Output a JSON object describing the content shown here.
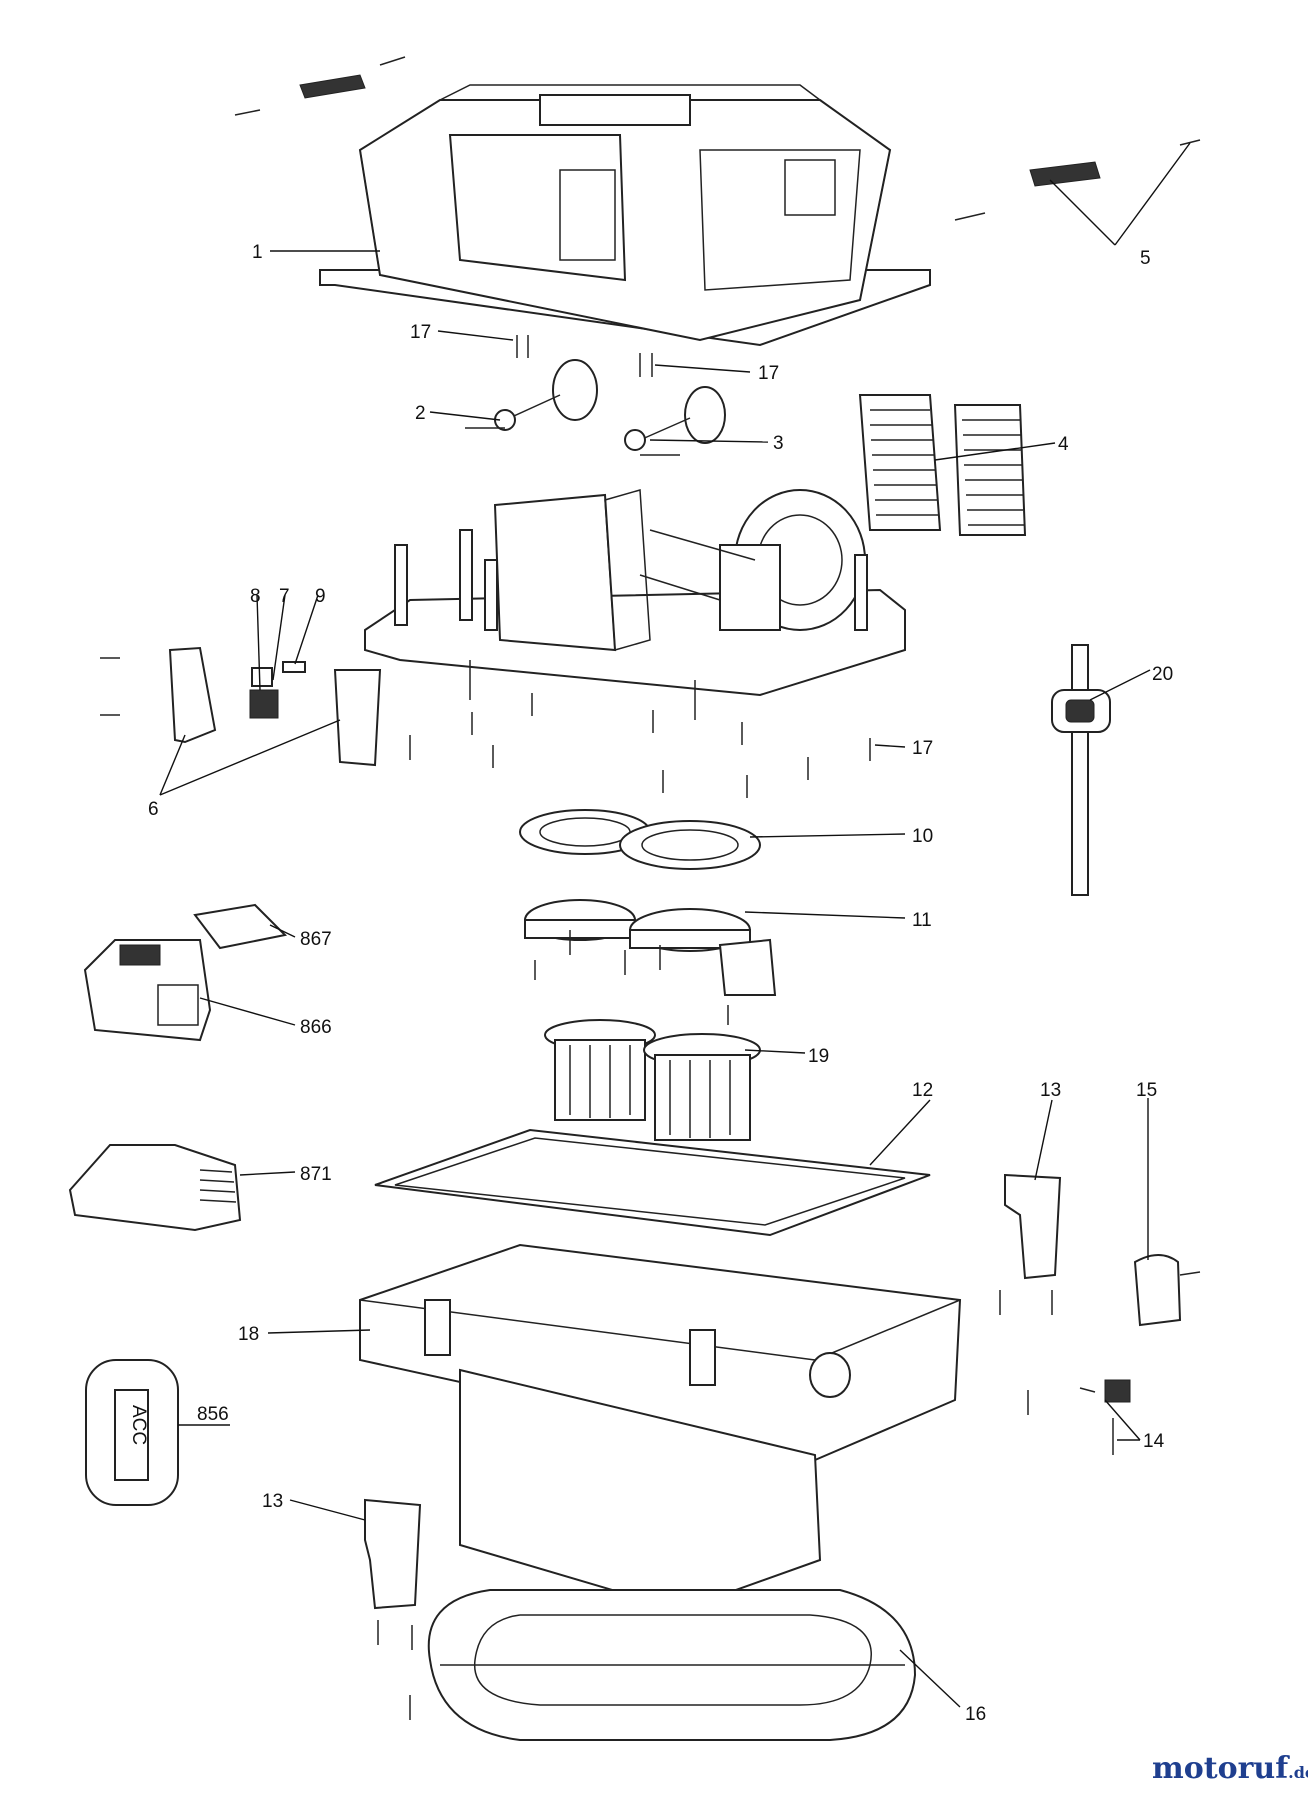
{
  "callouts": {
    "c1": "1",
    "c2": "2",
    "c3": "3",
    "c4": "4",
    "c5": "5",
    "c6": "6",
    "c7": "7",
    "c8": "8",
    "c9": "9",
    "c10": "10",
    "c11": "11",
    "c12": "12",
    "c13a": "13",
    "c13b": "13",
    "c14": "14",
    "c15": "15",
    "c16": "16",
    "c17a": "17",
    "c17b": "17",
    "c17c": "17",
    "c18": "18",
    "c19": "19",
    "c20": "20",
    "c856": "856",
    "c866": "866",
    "c867": "867",
    "c871": "871"
  },
  "label_856": "ACC",
  "watermark": {
    "name": "motoruf",
    "tld": ".de"
  },
  "colors": {
    "line": "#222222",
    "watermark_blue": "#1f3f8f",
    "watermark_red": "#d22222"
  }
}
